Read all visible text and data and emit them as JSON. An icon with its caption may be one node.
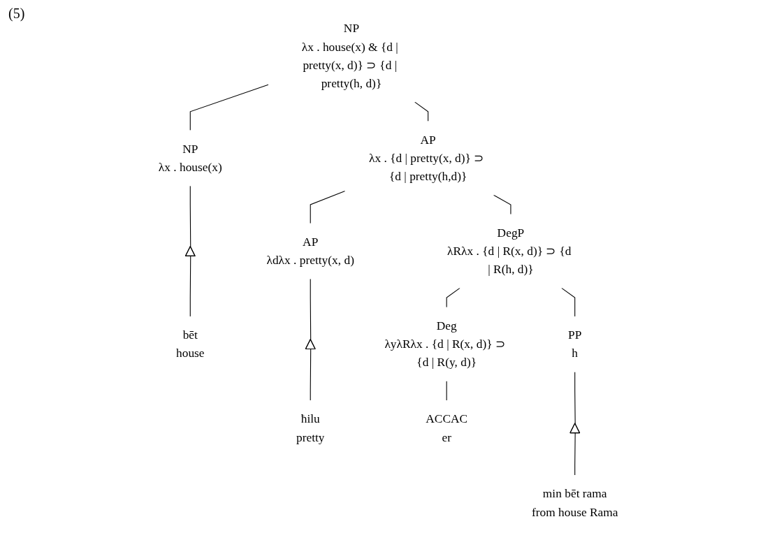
{
  "diagram": {
    "nodes": [
      {
        "text": [
          "NP",
          "λx . house(x) & {d | pretty(x, d)} ⊃ {d | pretty(h, d)}"
        ]
      },
      {
        "text": [
          "NP",
          "λx . house(x)"
        ]
      },
      {
        "text": [],
        "shape": "triangle"
      },
      {
        "text": [
          "bēt",
          "house"
        ]
      },
      {
        "text": [
          "AP",
          "λx . {d | pretty(x, d)} ⊃ {d | pretty(h,d)}"
        ]
      },
      {
        "text": [
          "AP",
          "λdλx . pretty(x, d)"
        ]
      },
      {
        "text": [],
        "shape": "triangle"
      },
      {
        "text": [
          "ħilu",
          "pretty"
        ]
      },
      {
        "text": [
          "DegP",
          "λRλx . {d | R(x, d)} ⊃ {d | R(h, d)}"
        ]
      },
      {
        "text": [
          "Deg",
          "λyλRλx . {d | R(x, d)} ⊃ {d | R(y, d)}"
        ]
      },
      {
        "text": [
          "ACCAC",
          "er"
        ]
      },
      {
        "text": [
          "PP",
          "h"
        ]
      },
      {
        "text": [],
        "shape": "triangle"
      },
      {
        "text": [
          "min bēt rama",
          "from house Rama"
        ]
      }
    ],
    "edges": [
      {
        "from": 0,
        "to": 1,
        "arrow": "none"
      },
      {
        "from": 0,
        "to": 4,
        "arrow": "none"
      },
      {
        "from": 1,
        "to": 2,
        "arrow": "none"
      },
      {
        "from": 2,
        "to": 3,
        "arrow": "none"
      },
      {
        "from": 4,
        "to": 5,
        "arrow": "none"
      },
      {
        "from": 4,
        "to": 8,
        "arrow": "none"
      },
      {
        "from": 5,
        "to": 6,
        "arrow": "none"
      },
      {
        "from": 6,
        "to": 7,
        "arrow": "none"
      },
      {
        "from": 8,
        "to": 9,
        "arrow": "none"
      },
      {
        "from": 8,
        "to": 11,
        "arrow": "none"
      },
      {
        "from": 9,
        "to": 10,
        "arrow": "none"
      },
      {
        "from": 11,
        "to": 12,
        "arrow": "none"
      },
      {
        "from": 12,
        "to": 13,
        "arrow": "none"
      }
    ],
    "labels": [
      "(5)"
    ]
  }
}
